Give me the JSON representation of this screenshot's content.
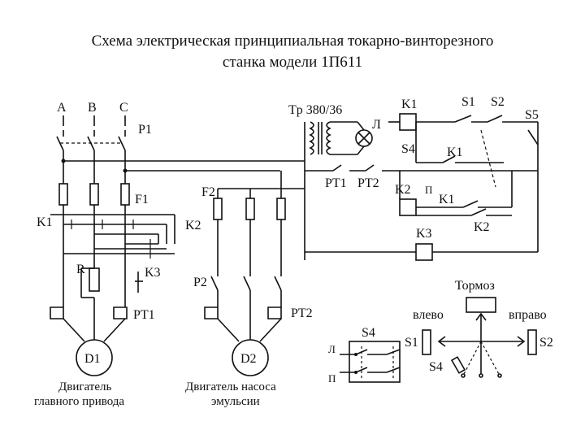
{
  "title_line1": "Схема электрическая принципиальная токарно-винторезного",
  "title_line2": "станка модели 1П611",
  "phases": [
    "A",
    "B",
    "C"
  ],
  "labels": {
    "p1": "P1",
    "f1": "F1",
    "f2": "F2",
    "k1": "K1",
    "k2": "K2",
    "k3": "K3",
    "r": "R",
    "rt1": "PT1",
    "rt2": "PT2",
    "p2": "P2",
    "d1": "D1",
    "d2": "D2",
    "tr": "Tp 380/36",
    "lamp": "Л",
    "k1_coil": "K1",
    "s1": "S1",
    "s2": "S2",
    "s5": "S5",
    "s4_top": "S4",
    "k1_contact": "K1",
    "rt1_c": "PT1",
    "rt2_c": "PT2",
    "k2_coil": "K2",
    "p_mark": "П",
    "k1_c2": "K1",
    "k3_coil": "K3",
    "k2_c": "K2",
    "brake": "Тормоз",
    "left": "влево",
    "right": "вправо",
    "s1_b": "S1",
    "s2_b": "S2",
    "s4_b": "S4",
    "s4_box": "S4",
    "box_l": "Л",
    "box_p": "П"
  },
  "captions": {
    "d1_l1": "Двигатель",
    "d1_l2": "главного привода",
    "d2_l1": "Двигатель насоса",
    "d2_l2": "эмульсии"
  }
}
